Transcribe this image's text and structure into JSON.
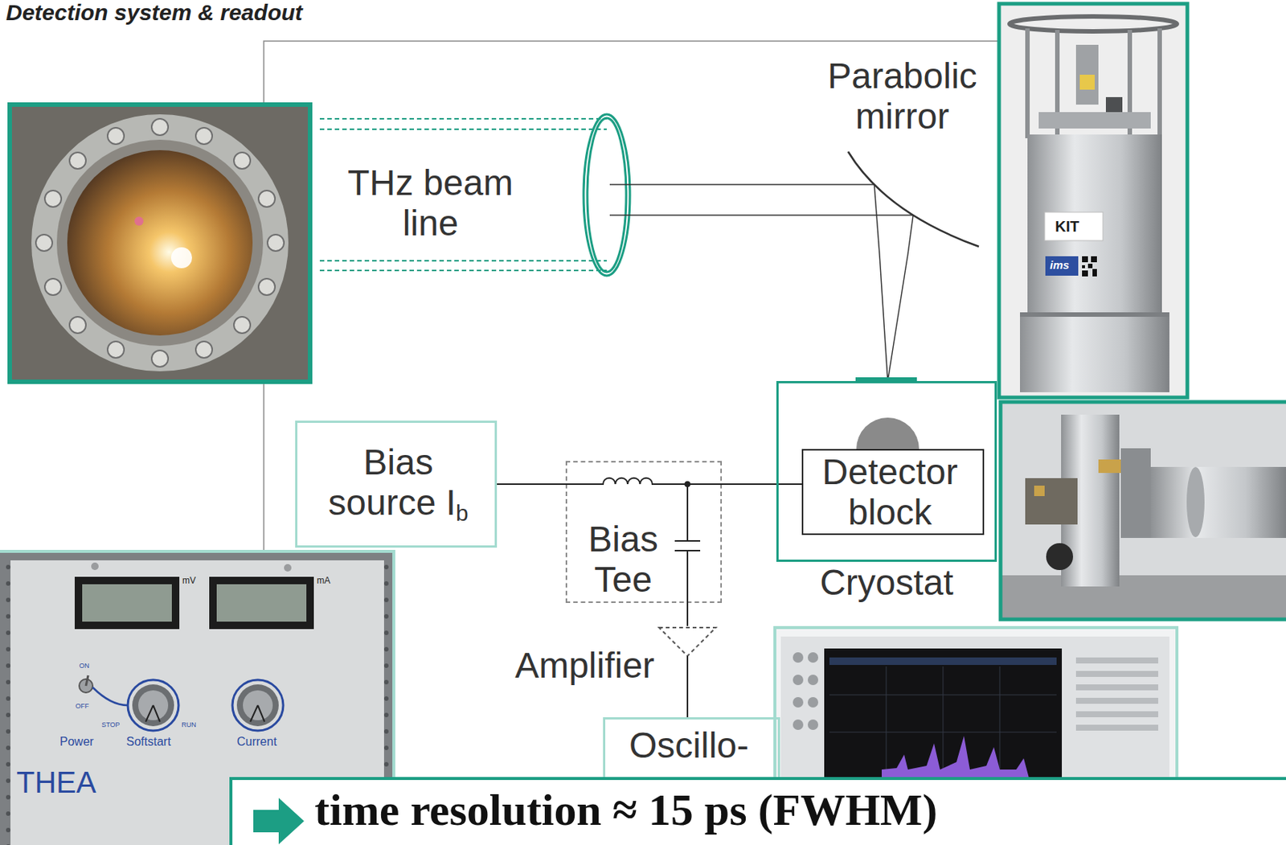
{
  "diagram": {
    "title": "Detection system & readout",
    "caption": "time resolution ≈ 15 ps (FWHM)",
    "nodes": [
      {
        "text": [
          "THz beam line"
        ]
      },
      {
        "text": [
          "Parabolic mirror"
        ]
      },
      {
        "text": [
          "Cryostat"
        ]
      },
      {
        "text": [
          "Detector block"
        ],
        "in": 2
      },
      {
        "text": [
          "Bias source I",
          "b"
        ]
      },
      {
        "text": [
          "Bias Tee"
        ]
      },
      {
        "text": [
          "Amplifier"
        ]
      },
      {
        "text": [
          "Oscillo-"
        ]
      }
    ],
    "edges": [
      {
        "from": 0,
        "to": 1,
        "arrow": "none"
      },
      {
        "from": 1,
        "to": 2,
        "arrow": "none"
      },
      {
        "from": 4,
        "to": 5,
        "arrow": "none"
      },
      {
        "from": 5,
        "to": 3,
        "arrow": "none"
      },
      {
        "from": 5,
        "to": 6,
        "arrow": "none"
      },
      {
        "from": 6,
        "to": 7,
        "arrow": "none"
      }
    ],
    "labels": [
      "KIT",
      "ims",
      "mV",
      "mA",
      "ON",
      "OFF",
      "Power",
      "STOP",
      "Softstart",
      "RUN",
      "Current",
      "THEA"
    ]
  }
}
